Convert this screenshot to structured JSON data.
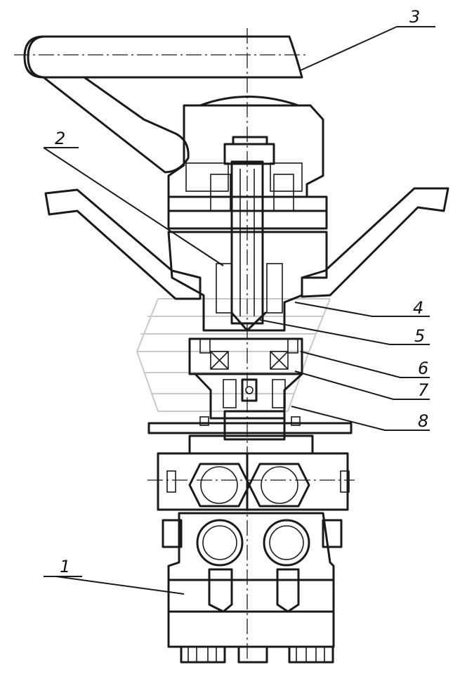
{
  "figure": {
    "callouts": [
      {
        "id": "1",
        "label": "1"
      },
      {
        "id": "2",
        "label": "2"
      },
      {
        "id": "3",
        "label": "3"
      },
      {
        "id": "4",
        "label": "4"
      },
      {
        "id": "5",
        "label": "5"
      },
      {
        "id": "6",
        "label": "6"
      },
      {
        "id": "7",
        "label": "7"
      },
      {
        "id": "8",
        "label": "8"
      }
    ],
    "colors": {
      "ink": "#1a1a1a",
      "background": "#ffffff",
      "watermark": "#c9c9c9"
    }
  }
}
